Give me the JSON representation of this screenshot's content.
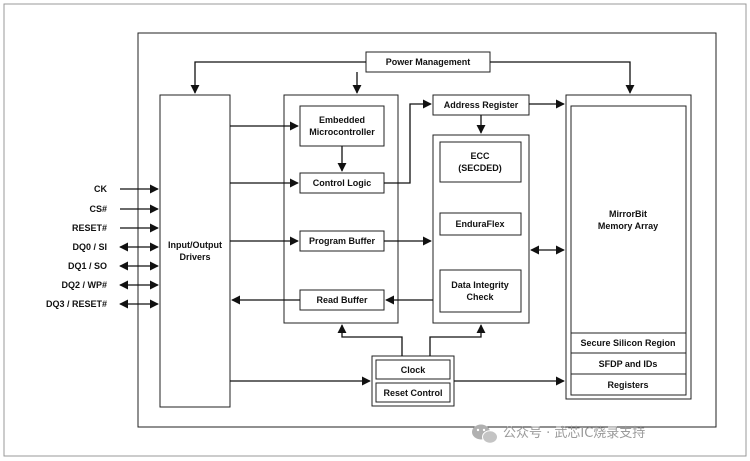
{
  "signals": [
    {
      "label": "CK",
      "direction": "in"
    },
    {
      "label": "CS#",
      "direction": "in"
    },
    {
      "label": "RESET#",
      "direction": "in"
    },
    {
      "label": "DQ0 / SI",
      "direction": "bidirectional"
    },
    {
      "label": "DQ1 / SO",
      "direction": "bidirectional"
    },
    {
      "label": "DQ2 / WP#",
      "direction": "bidirectional"
    },
    {
      "label": "DQ3 / RESET#",
      "direction": "bidirectional"
    }
  ],
  "blocks": {
    "power_management": "Power Management",
    "io_drivers": [
      "Input/Output",
      "Drivers"
    ],
    "embedded_mcu": [
      "Embedded",
      "Microcontroller"
    ],
    "control_logic": "Control Logic",
    "program_buffer": "Program Buffer",
    "read_buffer": "Read Buffer",
    "address_register": "Address Register",
    "ecc": [
      "ECC",
      "(SECDED)"
    ],
    "enduraflex": "EnduraFlex",
    "data_integrity": [
      "Data Integrity",
      "Check"
    ],
    "memory_array": [
      "MirrorBit",
      "Memory Array"
    ],
    "secure_silicon": "Secure Silicon Region",
    "sfdp_ids": "SFDP and IDs",
    "registers": "Registers",
    "clock": "Clock",
    "reset_control": "Reset Control"
  },
  "watermark": "公众号 · 武芯IC烧录支持",
  "icons": {
    "watermark_logo": "wechat-icon"
  },
  "colors": {
    "line": "#111111",
    "border": "#222222",
    "watermark": "#9a9a9a"
  }
}
